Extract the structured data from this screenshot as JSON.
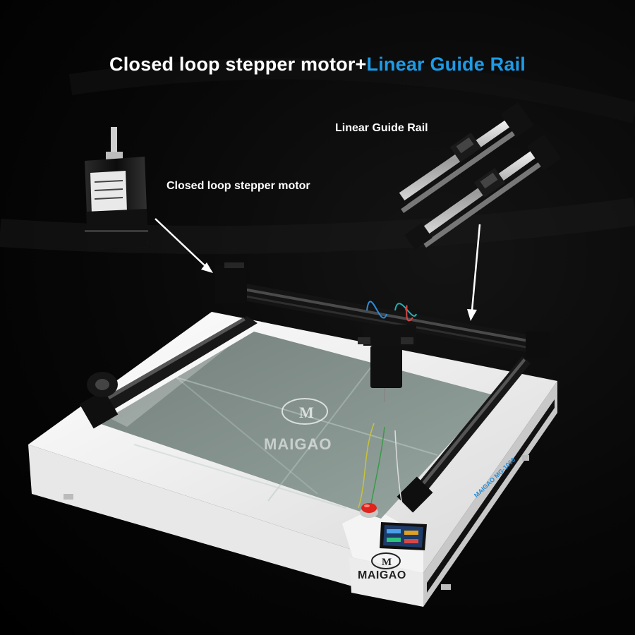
{
  "headline": {
    "part1": "Closed loop stepper motor+",
    "part2": "Linear Guide Rail",
    "accent_color": "#1e9be6"
  },
  "callouts": {
    "motor_label": "Closed loop stepper motor",
    "rail_label": "Linear Guide Rail"
  },
  "branding": {
    "watermark_text": "MAIGAO",
    "case_brand": "MAIGAO",
    "side_model": "MAIGAO MG-1000"
  },
  "colors": {
    "background": "#000000",
    "frame_white": "#f2f2f2",
    "gantry_black": "#151515",
    "emergency_stop": "#e0231c"
  },
  "icons": [
    "arrow-icon",
    "logo-icon",
    "emergency-stop-button",
    "touch-screen"
  ]
}
